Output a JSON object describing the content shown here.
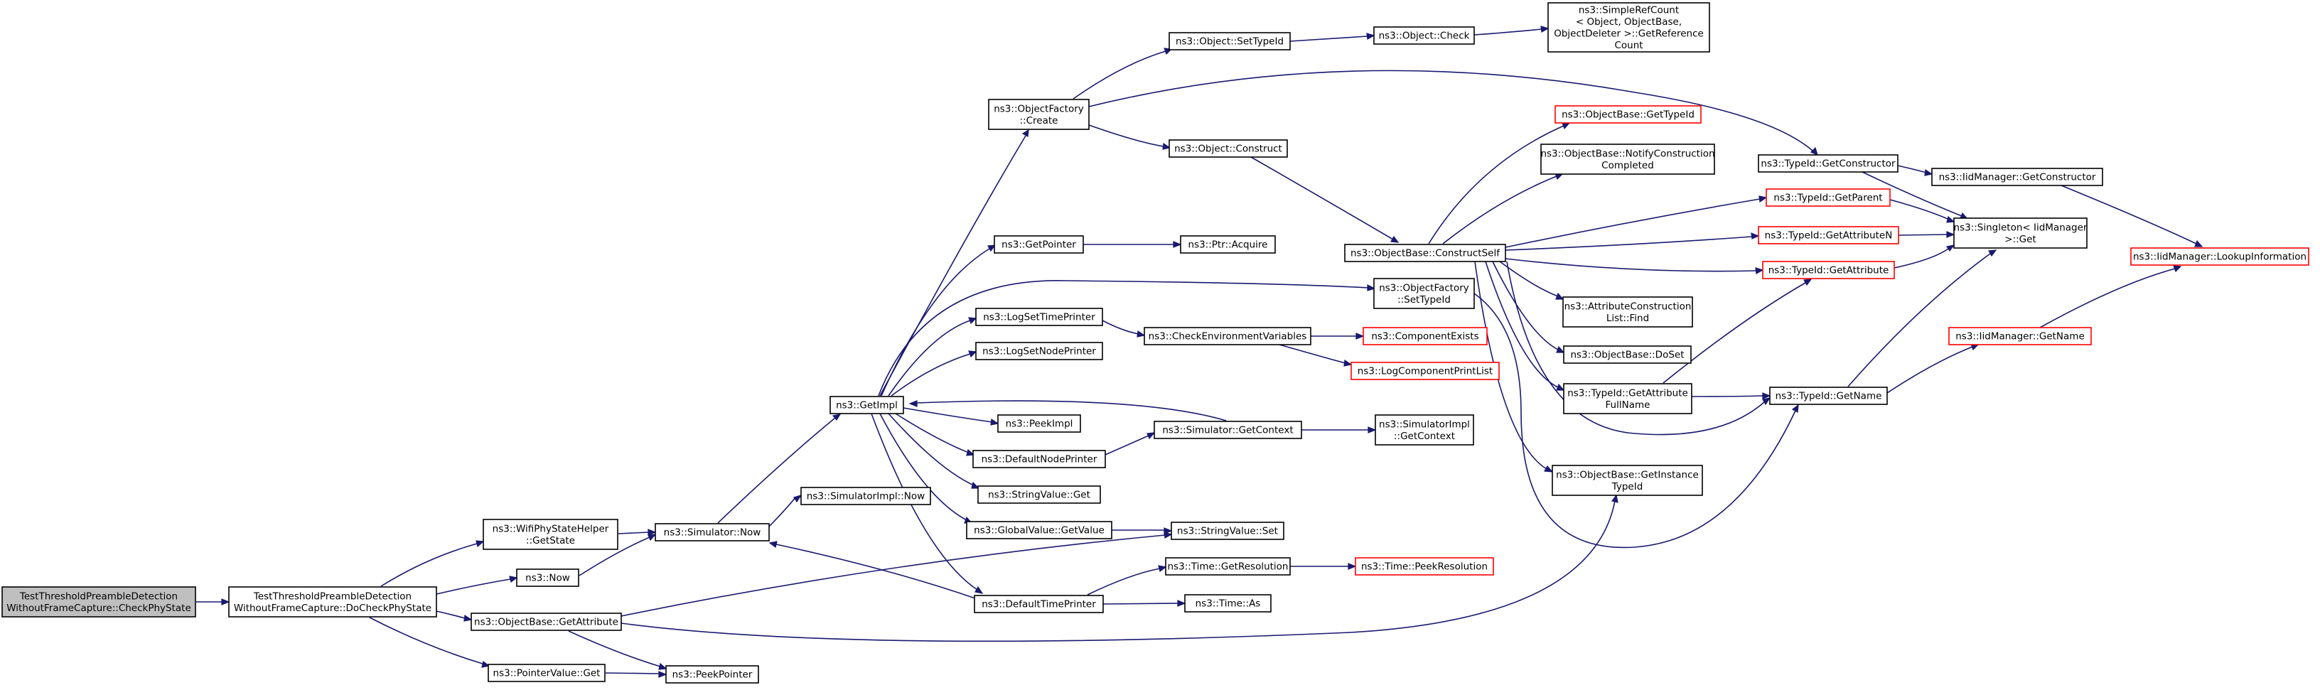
{
  "diagram": {
    "title": "",
    "colors": {
      "edge": "#191970",
      "node_border": "#000000",
      "external_border": "#ff0000",
      "root_fill": "#bfbfbf"
    },
    "nodes": [
      {
        "id": "root",
        "lines": [
          "TestThresholdPreambleDetection",
          "WithoutFrameCapture::CheckPhyState"
        ],
        "style": "root"
      },
      {
        "id": "doCheck",
        "lines": [
          "TestThresholdPreambleDetection",
          "WithoutFrameCapture::DoCheckPhyState"
        ],
        "style": "normal"
      },
      {
        "id": "wifiGetState",
        "lines": [
          "ns3::WifiPhyStateHelper",
          "::GetState"
        ],
        "style": "normal"
      },
      {
        "id": "now",
        "lines": [
          "ns3::Now"
        ],
        "style": "normal"
      },
      {
        "id": "getAttribute",
        "lines": [
          "ns3::ObjectBase::GetAttribute"
        ],
        "style": "normal"
      },
      {
        "id": "pointerGet",
        "lines": [
          "ns3::PointerValue::Get"
        ],
        "style": "normal"
      },
      {
        "id": "simNow",
        "lines": [
          "ns3::Simulator::Now"
        ],
        "style": "normal"
      },
      {
        "id": "peekPointer",
        "lines": [
          "ns3::PeekPointer"
        ],
        "style": "normal"
      },
      {
        "id": "simImplNow",
        "lines": [
          "ns3::SimulatorImpl::Now"
        ],
        "style": "normal"
      },
      {
        "id": "getImpl",
        "lines": [
          "ns3::GetImpl"
        ],
        "style": "normal"
      },
      {
        "id": "objFactoryCreate",
        "lines": [
          "ns3::ObjectFactory",
          "::Create"
        ],
        "style": "normal"
      },
      {
        "id": "getPointer",
        "lines": [
          "ns3::GetPointer"
        ],
        "style": "normal"
      },
      {
        "id": "logSetTime",
        "lines": [
          "ns3::LogSetTimePrinter"
        ],
        "style": "normal"
      },
      {
        "id": "logSetNode",
        "lines": [
          "ns3::LogSetNodePrinter"
        ],
        "style": "normal"
      },
      {
        "id": "peekImpl",
        "lines": [
          "ns3::PeekImpl"
        ],
        "style": "normal"
      },
      {
        "id": "defaultNodePrinter",
        "lines": [
          "ns3::DefaultNodePrinter"
        ],
        "style": "normal"
      },
      {
        "id": "stringValueGet",
        "lines": [
          "ns3::StringValue::Get"
        ],
        "style": "normal"
      },
      {
        "id": "globalValueGet",
        "lines": [
          "ns3::GlobalValue::GetValue"
        ],
        "style": "normal"
      },
      {
        "id": "defaultTimePrinter",
        "lines": [
          "ns3::DefaultTimePrinter"
        ],
        "style": "normal"
      },
      {
        "id": "objSetTypeId",
        "lines": [
          "ns3::Object::SetTypeId"
        ],
        "style": "normal"
      },
      {
        "id": "objConstruct",
        "lines": [
          "ns3::Object::Construct"
        ],
        "style": "normal"
      },
      {
        "id": "ptrAcquire",
        "lines": [
          "ns3::Ptr::Acquire"
        ],
        "style": "normal"
      },
      {
        "id": "checkEnv",
        "lines": [
          "ns3::CheckEnvironmentVariables"
        ],
        "style": "normal"
      },
      {
        "id": "simGetContext",
        "lines": [
          "ns3::Simulator::GetContext"
        ],
        "style": "normal"
      },
      {
        "id": "stringValueSet",
        "lines": [
          "ns3::StringValue::Set"
        ],
        "style": "normal"
      },
      {
        "id": "timeGetRes",
        "lines": [
          "ns3::Time::GetResolution"
        ],
        "style": "normal"
      },
      {
        "id": "timeAs",
        "lines": [
          "ns3::Time::As"
        ],
        "style": "normal"
      },
      {
        "id": "objCheck",
        "lines": [
          "ns3::Object::Check"
        ],
        "style": "normal"
      },
      {
        "id": "constructSelf",
        "lines": [
          "ns3::ObjectBase::ConstructSelf"
        ],
        "style": "normal"
      },
      {
        "id": "ofSetTypeId",
        "lines": [
          "ns3::ObjectFactory",
          "::SetTypeId"
        ],
        "style": "normal"
      },
      {
        "id": "componentExists",
        "lines": [
          "ns3::ComponentExists"
        ],
        "style": "red"
      },
      {
        "id": "logComponentPrintList",
        "lines": [
          "ns3::LogComponentPrintList"
        ],
        "style": "red"
      },
      {
        "id": "simImplGetContext",
        "lines": [
          "ns3::SimulatorImpl",
          "::GetContext"
        ],
        "style": "normal"
      },
      {
        "id": "timePeekRes",
        "lines": [
          "ns3::Time::PeekResolution"
        ],
        "style": "red"
      },
      {
        "id": "simpleRefCount",
        "lines": [
          "ns3::SimpleRefCount",
          "< Object, ObjectBase,",
          "ObjectDeleter >::GetReference",
          "Count"
        ],
        "style": "normal"
      },
      {
        "id": "objBaseGetTypeId",
        "lines": [
          "ns3::ObjectBase::GetTypeId"
        ],
        "style": "red"
      },
      {
        "id": "notifyConstruction",
        "lines": [
          "ns3::ObjectBase::NotifyConstruction",
          "Completed"
        ],
        "style": "normal"
      },
      {
        "id": "attrConstructionFind",
        "lines": [
          "ns3::AttributeConstruction",
          "List::Find"
        ],
        "style": "normal"
      },
      {
        "id": "objBaseDoSet",
        "lines": [
          "ns3::ObjectBase::DoSet"
        ],
        "style": "normal"
      },
      {
        "id": "typeIdGetAttrFullName",
        "lines": [
          "ns3::TypeId::GetAttribute",
          "FullName"
        ],
        "style": "normal"
      },
      {
        "id": "getInstanceTypeId",
        "lines": [
          "ns3::ObjectBase::GetInstance",
          "TypeId"
        ],
        "style": "normal"
      },
      {
        "id": "typeIdGetConstructor",
        "lines": [
          "ns3::TypeId::GetConstructor"
        ],
        "style": "normal"
      },
      {
        "id": "typeIdGetParent",
        "lines": [
          "ns3::TypeId::GetParent"
        ],
        "style": "red"
      },
      {
        "id": "typeIdGetAttributeN",
        "lines": [
          "ns3::TypeId::GetAttributeN"
        ],
        "style": "red"
      },
      {
        "id": "typeIdGetAttribute",
        "lines": [
          "ns3::TypeId::GetAttribute"
        ],
        "style": "red"
      },
      {
        "id": "typeIdGetName",
        "lines": [
          "ns3::TypeId::GetName"
        ],
        "style": "normal"
      },
      {
        "id": "iidGetConstructor",
        "lines": [
          "ns3::IidManager::GetConstructor"
        ],
        "style": "normal"
      },
      {
        "id": "singletonGet",
        "lines": [
          "ns3::Singleton< IidManager",
          ">::Get"
        ],
        "style": "normal"
      },
      {
        "id": "iidGetName",
        "lines": [
          "ns3::IidManager::GetName"
        ],
        "style": "red"
      },
      {
        "id": "iidLookup",
        "lines": [
          "ns3::IidManager::LookupInformation"
        ],
        "style": "red"
      }
    ]
  }
}
